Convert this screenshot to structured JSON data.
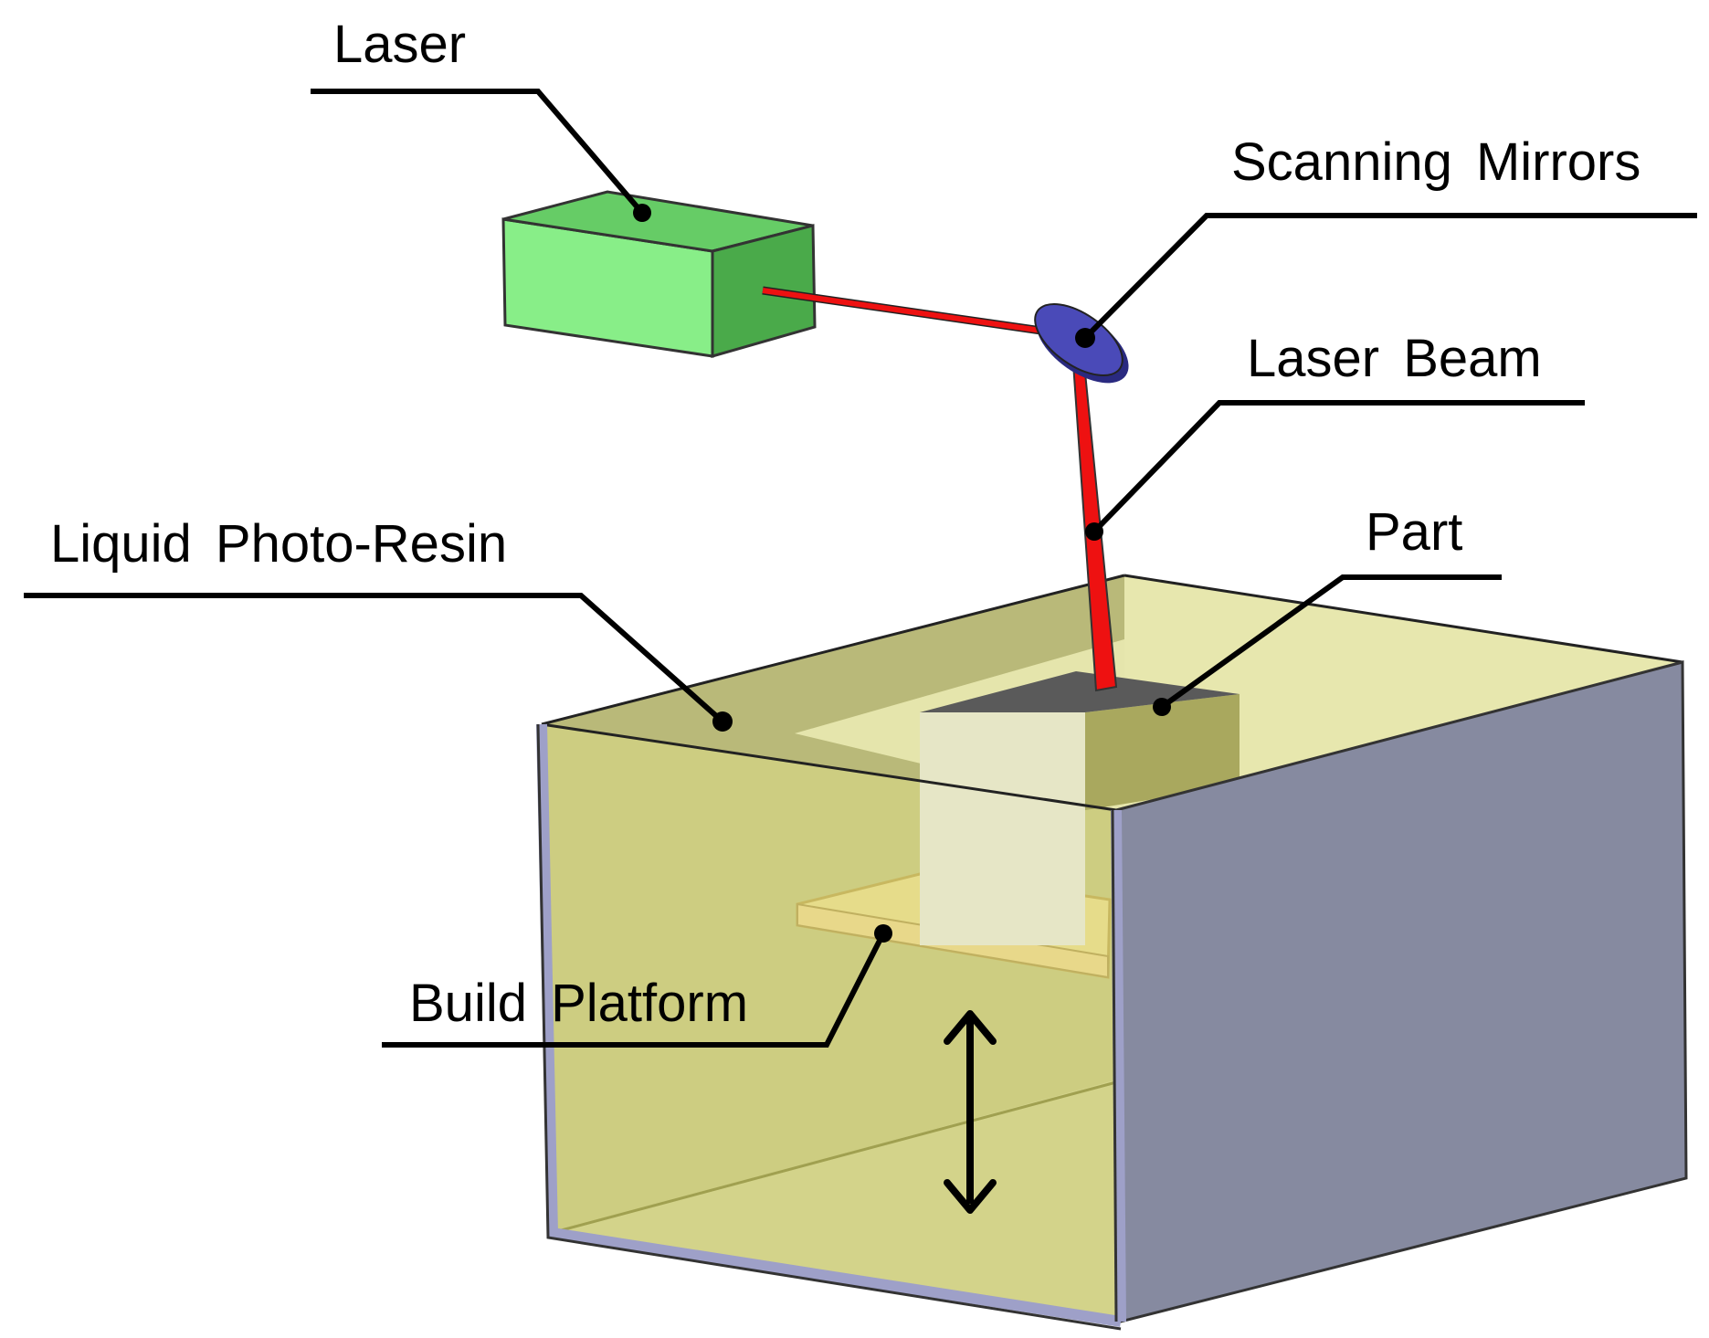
{
  "labels": {
    "laser": "Laser",
    "scanning_mirrors": "Scanning Mirrors",
    "laser_beam": "Laser Beam",
    "liquid_photo_resin": "Liquid Photo-Resin",
    "part": "Part",
    "build_platform": "Build Platform"
  },
  "colors": {
    "laser_top": "#66cc66",
    "laser_front": "#88ee88",
    "laser_side": "#4aaa4a",
    "beam": "#ee1111",
    "mirror": "#4a4ab8",
    "mirror_edge": "#2a2a80",
    "tank_back": "#b0b070",
    "tank_interior": "#d6d68c",
    "tank_top_surface": "#a8a860",
    "tank_right_wall": "#868aa0",
    "tank_frame": "#9ea0c8",
    "part_top": "#5a5a5a",
    "part_front": "#e4e4c4",
    "platform": "#e8e098"
  }
}
